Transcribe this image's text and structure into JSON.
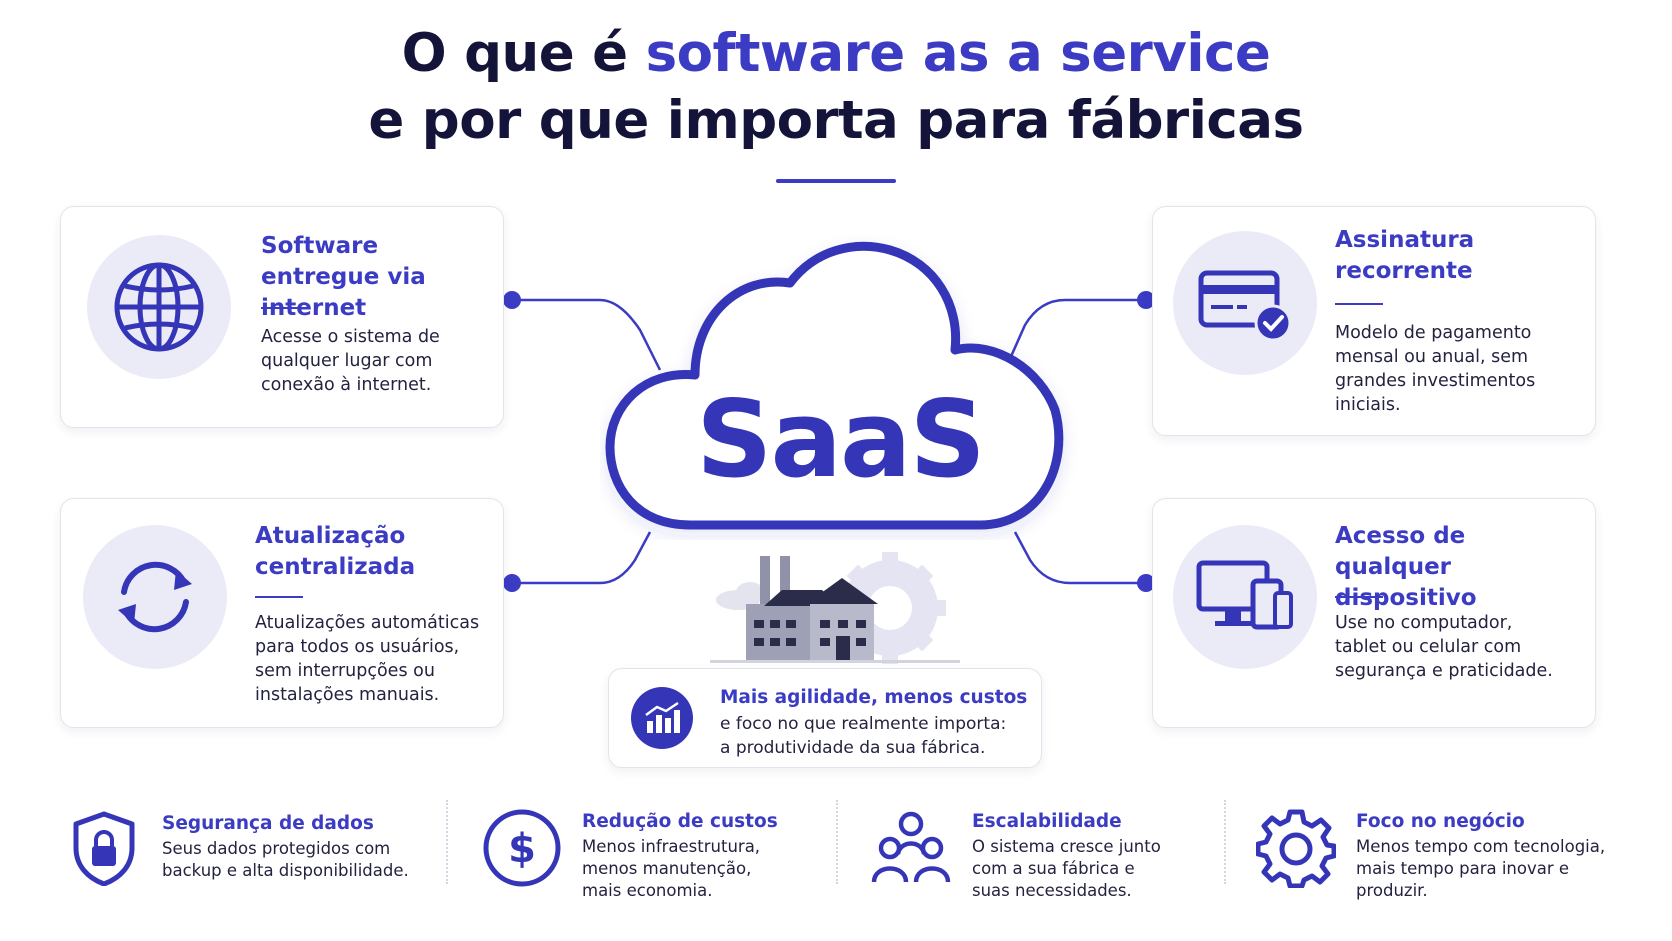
{
  "header": {
    "title_part1": "O que é ",
    "title_accent": "software as a service",
    "title_line2": "e por que importa para fábricas"
  },
  "center": {
    "label": "SaaS"
  },
  "cards": {
    "internet": {
      "title": "Software entregue via internet",
      "text": "Acesse o sistema de qualquer lugar com conexão à internet.",
      "icon": "globe-icon"
    },
    "updates": {
      "title": "Atualização centralizada",
      "text": "Atualizações automáticas para todos os usuários, sem interrupções ou instalações manuais.",
      "icon": "refresh-icon"
    },
    "subscription": {
      "title": "Assinatura recorrente",
      "text": "Modelo de pagamento mensal ou anual, sem grandes investimentos iniciais.",
      "icon": "credit-card-check-icon"
    },
    "devices": {
      "title": "Acesso de qualquer dispositivo",
      "text": "Use no computador, tablet ou celular com segurança e praticidade.",
      "icon": "devices-icon"
    }
  },
  "highlight": {
    "title": "Mais agilidade, menos custos",
    "text": "e foco no que realmente importa: a produtividade da sua fábrica.",
    "icon": "growth-chart-icon"
  },
  "features": [
    {
      "title": "Segurança de dados",
      "text": "Seus dados protegidos com backup e alta disponibilidade.",
      "icon": "shield-lock-icon"
    },
    {
      "title": "Redução de custos",
      "text": "Menos infraestrutura, menos manutenção, mais economia.",
      "icon": "dollar-icon"
    },
    {
      "title": "Escalabilidade",
      "text": "O sistema cresce junto com a sua fábrica e suas necessidades.",
      "icon": "people-icon"
    },
    {
      "title": "Foco no negócio",
      "text": "Menos tempo com tecnologia, mais tempo para inovar e produzir.",
      "icon": "gear-icon"
    }
  ],
  "colors": {
    "accent": "#3b3bc4",
    "dark_text": "#14143a",
    "icon_bg": "#ebebf8"
  }
}
